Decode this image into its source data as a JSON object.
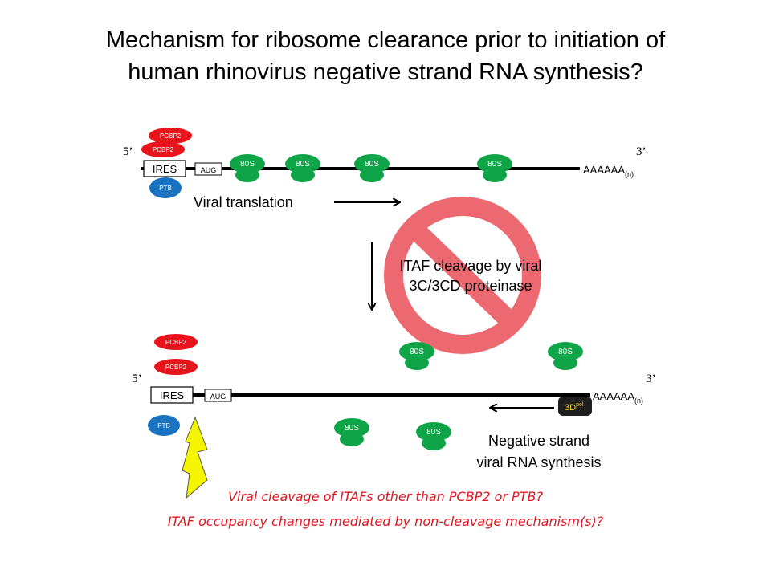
{
  "title": {
    "line1": "Mechanism for ribosome clearance prior to initiation of",
    "line2": "human rhinovirus negative strand RNA synthesis?"
  },
  "top_panel": {
    "five_prime": "5’",
    "three_prime": "3’",
    "ires": "IRES",
    "aug": "AUG",
    "polya": "AAAAAA",
    "polya_sub": "(n)",
    "pcbp2_a": "PCBP2",
    "pcbp2_b": "PCBP2",
    "ptb": "PTB",
    "ribosomes": [
      "80S",
      "80S",
      "80S",
      "80S"
    ],
    "caption": "Viral translation"
  },
  "middle": {
    "blocked_line1": "ITAF cleavage by viral",
    "blocked_line2": "3C/3CD proteinase"
  },
  "bottom_panel": {
    "five_prime": "5’",
    "three_prime": "3’",
    "ires": "IRES",
    "aug": "AUG",
    "polya": "AAAAAA",
    "polya_sub": "(n)",
    "pcbp2_a": "PCBP2",
    "pcbp2_b": "PCBP2",
    "ptb": "PTB",
    "polymerase": "3D",
    "polymerase_sup": "pol",
    "ribosomes": [
      "80S",
      "80S",
      "80S",
      "80S"
    ],
    "caption_line1": "Negative strand",
    "caption_line2": "viral RNA synthesis"
  },
  "notes": {
    "q1": "Viral cleavage of ITAFs other than PCBP2 or PTB?",
    "q2": "ITAF occupancy changes mediated by non-cleavage mechanism(s)?"
  },
  "colors": {
    "pcbp2": "#e8141c",
    "ptb": "#1a73c0",
    "ribosome": "#10a448",
    "no_sign": "#e8404a",
    "lightning": "#f5f500",
    "note_text": "#e0141e"
  }
}
